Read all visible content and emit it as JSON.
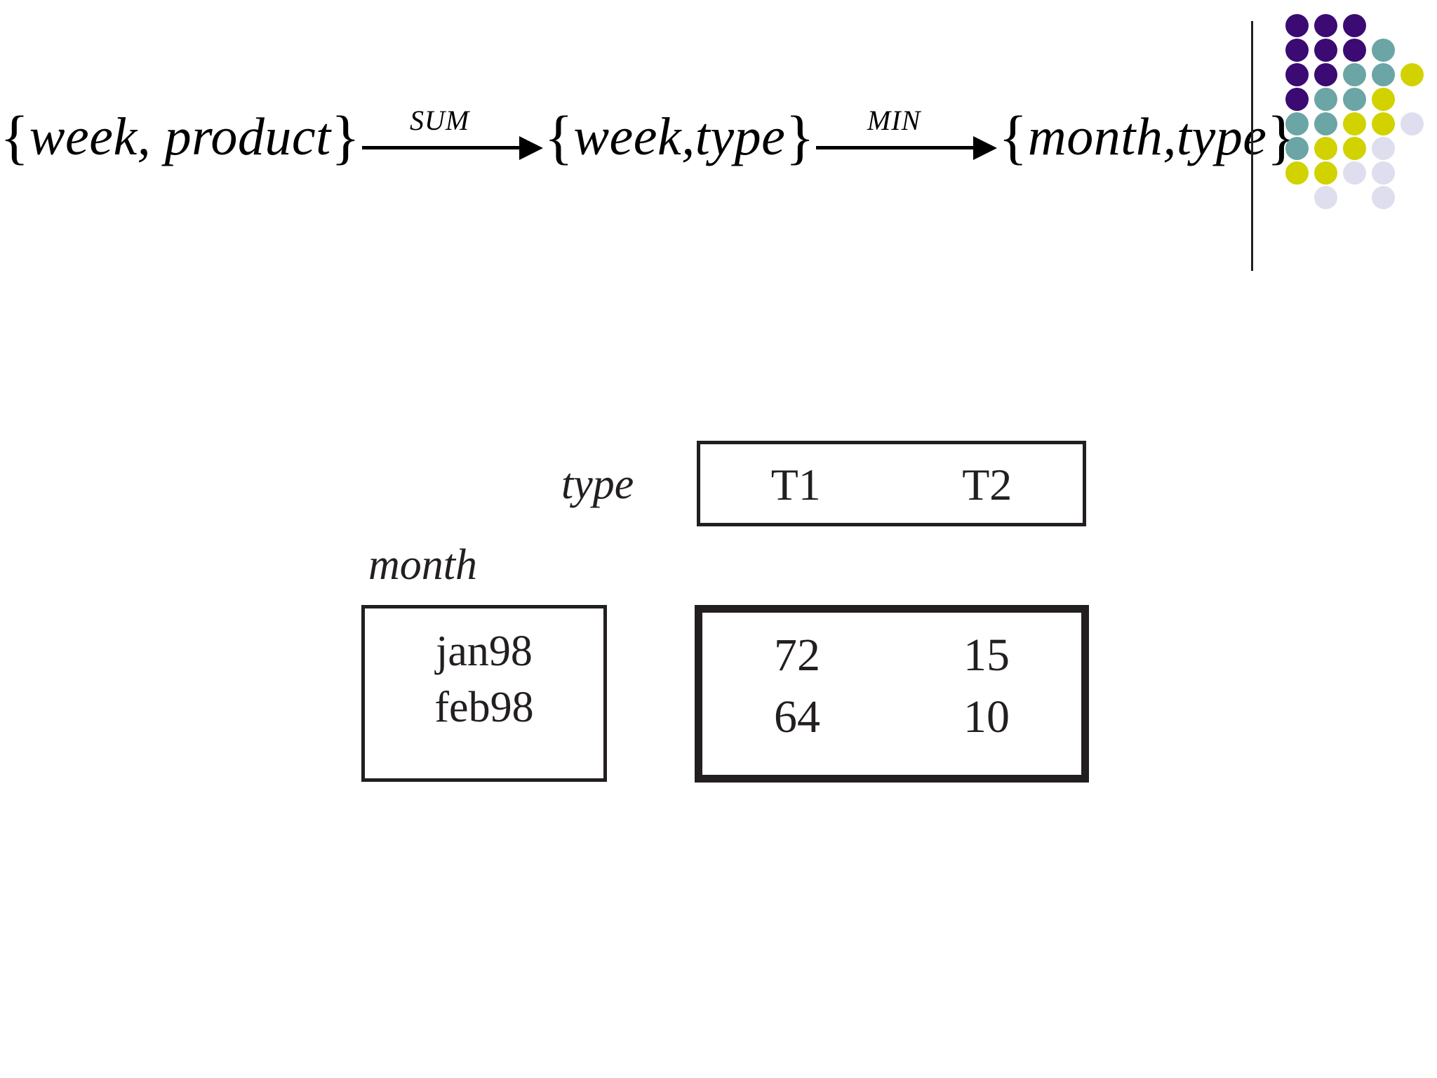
{
  "formula": {
    "nodes": [
      {
        "id": "node-1",
        "open": "{",
        "text": "week, product",
        "close": "}"
      },
      {
        "id": "node-2",
        "open": "{",
        "text": "week,type",
        "close": "}"
      },
      {
        "id": "node-3",
        "open": "{",
        "text": "month,type",
        "close": "}"
      }
    ],
    "arrows": [
      {
        "id": "arrow-sum",
        "label": "SUM"
      },
      {
        "id": "arrow-min",
        "label": "MIN"
      }
    ]
  },
  "crosstab": {
    "column_axis_label": "type",
    "row_axis_label": "month",
    "column_headers": [
      "T1",
      "T2"
    ],
    "row_headers": [
      "jan98",
      "feb98"
    ],
    "values": [
      [
        "72",
        "15"
      ],
      [
        "64",
        "10"
      ]
    ]
  },
  "logo": {
    "colors": {
      "purple": "#3B0A72",
      "teal": "#6BA5A5",
      "yellow": "#D2D200",
      "lavender": "#DEDEEE"
    },
    "grid": [
      [
        "purple",
        "purple",
        "purple",
        null,
        null
      ],
      [
        "purple",
        "purple",
        "purple",
        "teal",
        null
      ],
      [
        "purple",
        "purple",
        "teal",
        "teal",
        "yellow"
      ],
      [
        "purple",
        "teal",
        "teal",
        "yellow",
        null
      ],
      [
        "teal",
        "teal",
        "yellow",
        "yellow",
        "lavender"
      ],
      [
        "teal",
        "yellow",
        "yellow",
        "lavender",
        null
      ],
      [
        "yellow",
        "yellow",
        "lavender",
        "lavender",
        null
      ],
      [
        null,
        "lavender",
        null,
        "lavender",
        null
      ]
    ]
  }
}
